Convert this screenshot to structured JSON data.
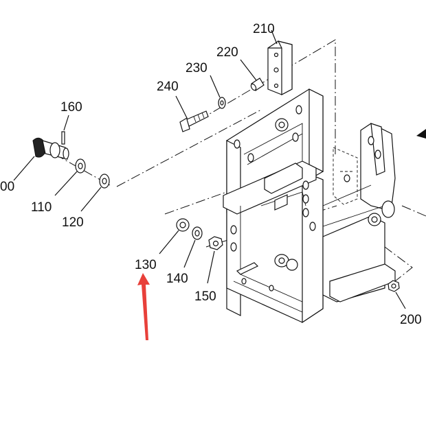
{
  "labels": {
    "p100": "00",
    "p110": "110",
    "p120": "120",
    "p130": "130",
    "p140": "140",
    "p150": "150",
    "p160": "160",
    "p200": "200",
    "p210": "210",
    "p220": "220",
    "p230": "230",
    "p240": "240"
  },
  "colors": {
    "line": "#111111",
    "arrow": "#e8403a",
    "background": "#ffffff"
  }
}
